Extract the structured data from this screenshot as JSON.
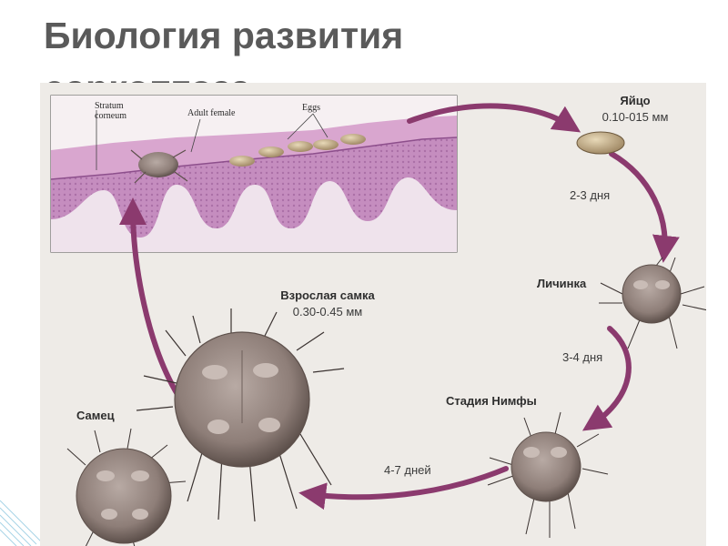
{
  "title": {
    "line1": "Биология развития",
    "line2": "саркоптоза"
  },
  "inset_labels": {
    "stratum_corneum": "Stratum corneum",
    "adult_female": "Adult female",
    "eggs": "Eggs"
  },
  "stages": {
    "egg": {
      "name": "Яйцо",
      "size": "0.10-015 мм"
    },
    "larva": {
      "name": "Личинка"
    },
    "nymph": {
      "name": "Стадия Нимфы"
    },
    "adult_female": {
      "name": "Взрослая самка",
      "size": "0.30-0.45 мм"
    },
    "male": {
      "name": "Самец"
    }
  },
  "durations": {
    "egg_to_larva": "2-3 дня",
    "larva_to_nymph": "3-4 дня",
    "nymph_to_adult": "4-7 дней"
  },
  "colors": {
    "title": "#5a5a5a",
    "arrow": "#8b3a6e",
    "skin": "#c58dbf",
    "mite_body": "#8e7e78",
    "background": "#eeebe7"
  }
}
